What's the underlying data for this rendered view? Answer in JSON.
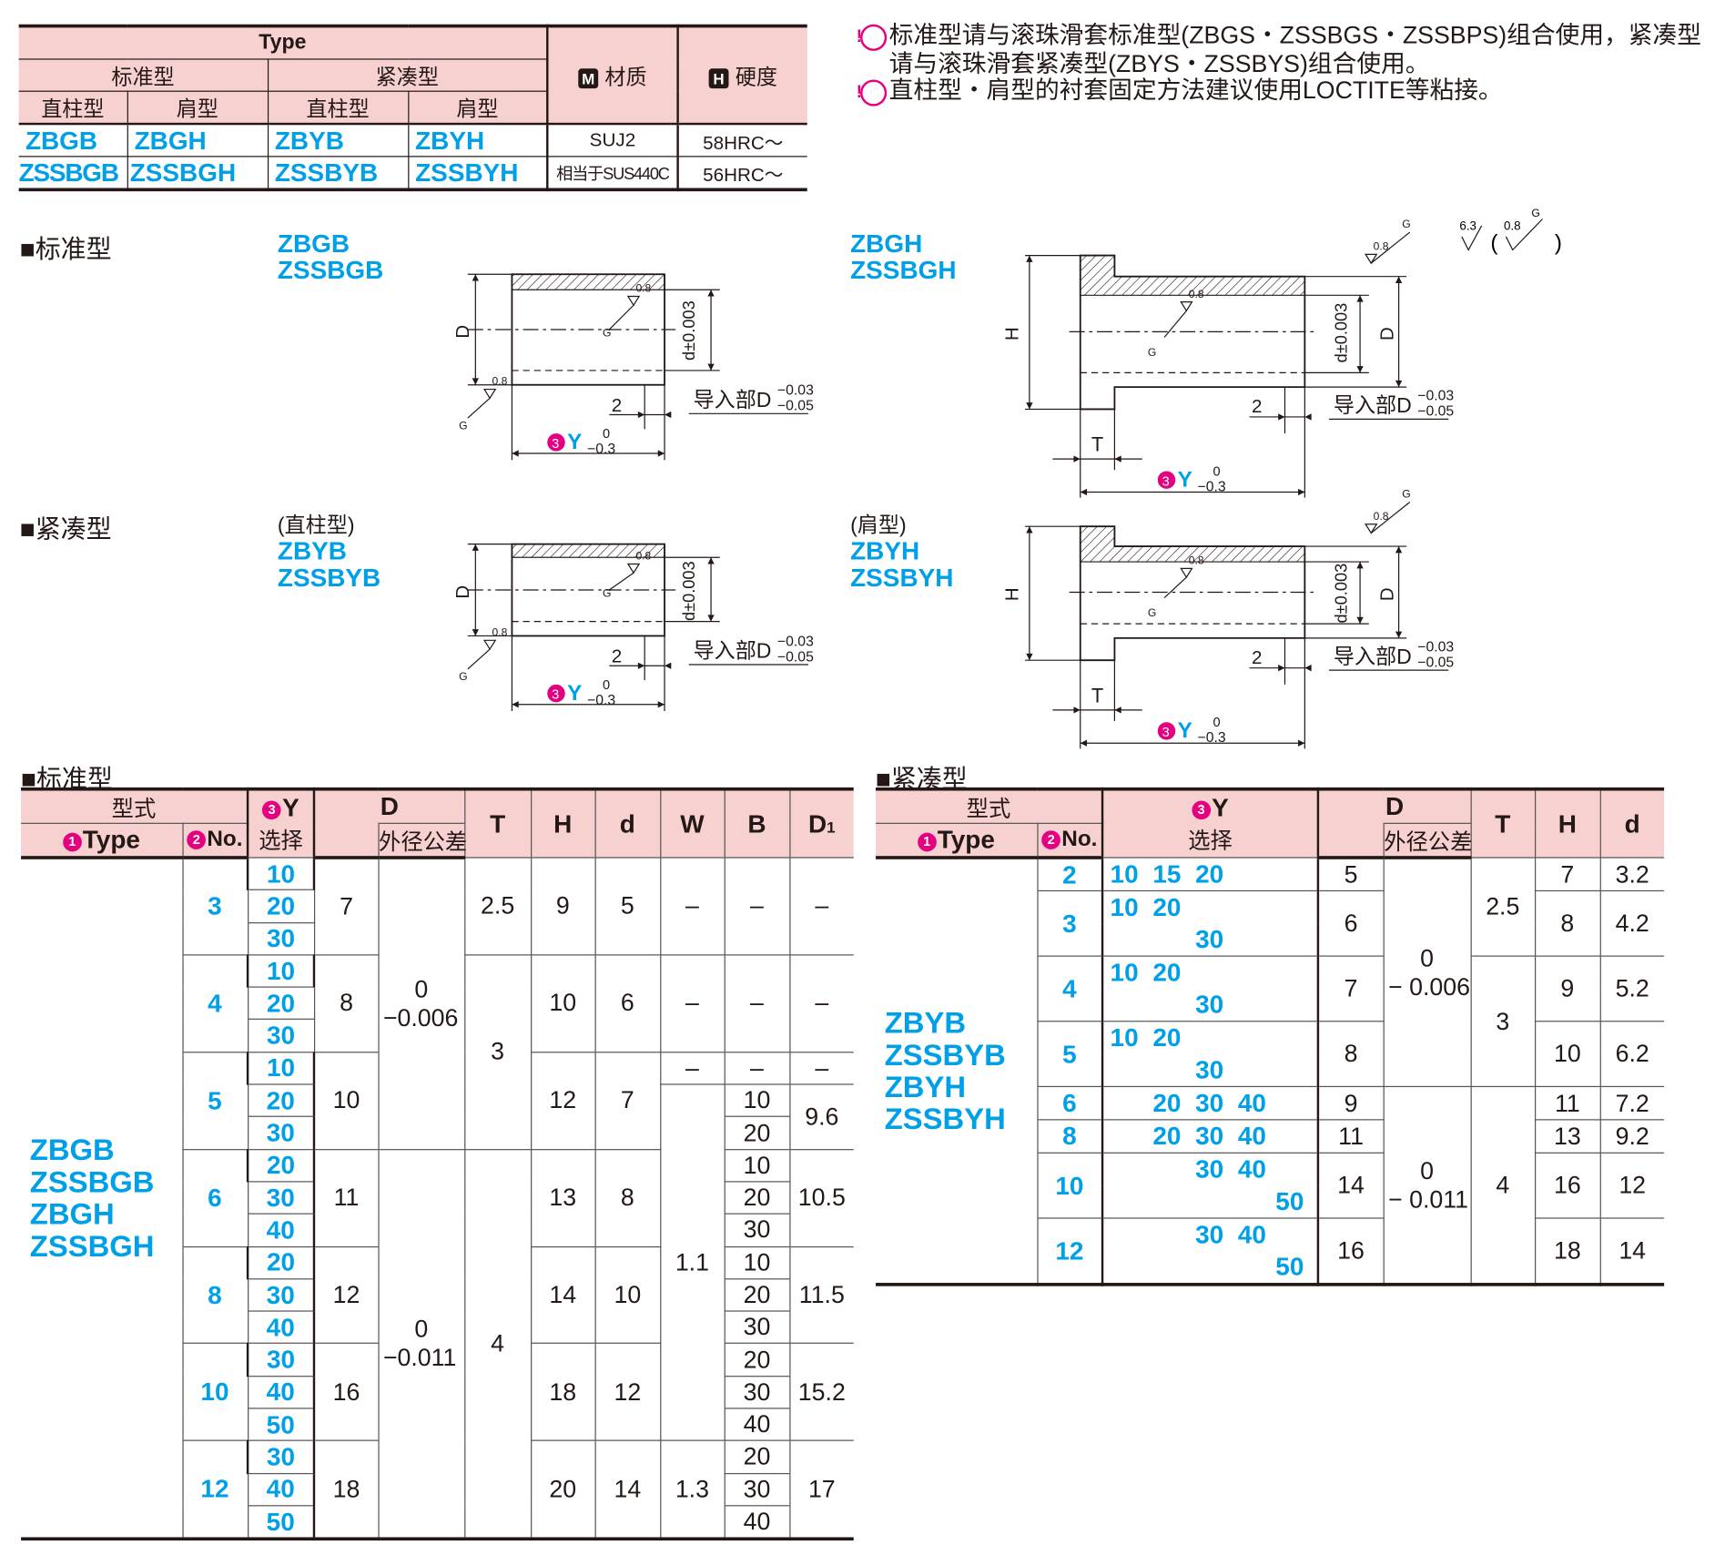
{
  "colors": {
    "accent_blue": "#00a0e9",
    "accent_magenta": "#e4007f",
    "header_pink": "#f7d0d0"
  },
  "top_table": {
    "type_label": "Type",
    "standard": "标准型",
    "compact": "紧凑型",
    "straight": "直柱型",
    "shoulder": "肩型",
    "material_icon": "M",
    "material_label": "材质",
    "hardness_icon": "H",
    "hardness_label": "硬度",
    "rows": [
      {
        "std_straight": "ZBGB",
        "std_shoulder": "ZBGH",
        "cmp_straight": "ZBYB",
        "cmp_shoulder": "ZBYH",
        "material": "SUJ2",
        "hardness": "58HRC～"
      },
      {
        "std_straight": "ZSSBGB",
        "std_shoulder": "ZSSBGH",
        "cmp_straight": "ZSSBYB",
        "cmp_shoulder": "ZSSBYH",
        "material": "相当于SUS440C",
        "hardness": "56HRC～"
      }
    ]
  },
  "notes": [
    {
      "icon": "!",
      "text": "标准型请与滚珠滑套标准型(ZBGS・ZSSBGS・ZSSBPS)组合使用，紧凑型请与滚珠滑套紧凑型(ZBYS・ZSSBYS)组合使用。"
    },
    {
      "icon": "!",
      "text": "直柱型・肩型的衬套固定方法建议使用LOCTITE等粘接。"
    }
  ],
  "drawings": {
    "standard_heading": "■标准型",
    "compact_heading": "■紧凑型",
    "straight_sub": "(直柱型)",
    "shoulder_sub": "(肩型)",
    "std_straight_models": [
      "ZBGB",
      "ZSSBGB"
    ],
    "std_shoulder_models": [
      "ZBGH",
      "ZSSBGH"
    ],
    "cmp_straight_models": [
      "ZBYB",
      "ZSSBYB"
    ],
    "cmp_shoulder_models": [
      "ZBYH",
      "ZSSBYH"
    ],
    "labels": {
      "D": "D",
      "d": "d±0.003",
      "H": "H",
      "T": "T",
      "two": "2",
      "lead": "导入部D",
      "lead_upper": "−0.03",
      "lead_lower": "−0.05",
      "Y": "Y",
      "y_upper": "0",
      "y_lower": "−0.3",
      "circ3": "3",
      "ra": "0.8",
      "g": "G"
    },
    "finish": {
      "rough": "6.3",
      "fine": "0.8",
      "g": "G",
      "open": "(",
      "close": ")"
    }
  },
  "left_table": {
    "heading": "■标准型",
    "headers": {
      "model": "型式",
      "type": "Type",
      "type_num": "1",
      "no": "No.",
      "no_num": "2",
      "y": "Y",
      "y_num": "3",
      "y_sel": "选择",
      "D": "D",
      "tol": "外径公差",
      "T": "T",
      "H": "H",
      "d": "d",
      "W": "W",
      "B": "B",
      "D1": "D",
      "D1_sub": "1"
    },
    "rows": [
      [
        {
          "v": [
            "ZBGB",
            "ZSSBGB",
            "ZBGH",
            "ZSSBGH"
          ],
          "rs": 21,
          "c": "type"
        },
        {
          "v": "3",
          "rs": 3,
          "c": "blue"
        },
        {
          "v": "10",
          "c": "y"
        },
        {
          "v": "7",
          "rs": 3
        },
        {
          "v": [
            "0",
            "−0.006"
          ],
          "rs": 9
        },
        {
          "v": "2.5",
          "rs": 3
        },
        {
          "v": "9",
          "rs": 3
        },
        {
          "v": "5",
          "rs": 3
        },
        {
          "v": "–",
          "rs": 3
        },
        {
          "v": "–",
          "rs": 3
        },
        {
          "v": "–",
          "rs": 3
        }
      ],
      [
        {
          "v": "20",
          "c": "y"
        }
      ],
      [
        {
          "v": "30",
          "c": "y"
        }
      ],
      [
        {
          "v": "4",
          "rs": 3,
          "c": "blue"
        },
        {
          "v": "10",
          "c": "y"
        },
        {
          "v": "8",
          "rs": 3
        },
        {
          "v": "3",
          "rs": 6
        },
        {
          "v": "10",
          "rs": 3
        },
        {
          "v": "6",
          "rs": 3
        },
        {
          "v": "–",
          "rs": 3
        },
        {
          "v": "–",
          "rs": 3
        },
        {
          "v": "–",
          "rs": 3
        }
      ],
      [
        {
          "v": "20",
          "c": "y"
        }
      ],
      [
        {
          "v": "30",
          "c": "y"
        }
      ],
      [
        {
          "v": "5",
          "rs": 3,
          "c": "blue"
        },
        {
          "v": "10",
          "c": "y"
        },
        {
          "v": "10",
          "rs": 3
        },
        {
          "v": "12",
          "rs": 3
        },
        {
          "v": "7",
          "rs": 3
        },
        {
          "v": "–"
        },
        {
          "v": "–"
        },
        {
          "v": "–"
        }
      ],
      [
        {
          "v": "20",
          "c": "y"
        },
        {
          "v": "1.1",
          "rs": 11
        },
        {
          "v": "10"
        },
        {
          "v": "9.6",
          "rs": 2
        }
      ],
      [
        {
          "v": "30",
          "c": "y"
        },
        {
          "v": "20"
        }
      ],
      [
        {
          "v": "6",
          "rs": 3,
          "c": "blue"
        },
        {
          "v": "20",
          "c": "y"
        },
        {
          "v": "11",
          "rs": 3
        },
        {
          "v": [
            "0",
            "−0.011"
          ],
          "rs": 12
        },
        {
          "v": "4",
          "rs": 12
        },
        {
          "v": "13",
          "rs": 3
        },
        {
          "v": "8",
          "rs": 3
        },
        {
          "v": "10"
        },
        {
          "v": "10.5",
          "rs": 3
        }
      ],
      [
        {
          "v": "30",
          "c": "y"
        },
        {
          "v": "20"
        }
      ],
      [
        {
          "v": "40",
          "c": "y"
        },
        {
          "v": "30"
        }
      ],
      [
        {
          "v": "8",
          "rs": 3,
          "c": "blue"
        },
        {
          "v": "20",
          "c": "y"
        },
        {
          "v": "12",
          "rs": 3
        },
        {
          "v": "14",
          "rs": 3
        },
        {
          "v": "10",
          "rs": 3
        },
        {
          "v": "10"
        },
        {
          "v": "11.5",
          "rs": 3
        }
      ],
      [
        {
          "v": "30",
          "c": "y"
        },
        {
          "v": "20"
        }
      ],
      [
        {
          "v": "40",
          "c": "y"
        },
        {
          "v": "30"
        }
      ],
      [
        {
          "v": "10",
          "rs": 3,
          "c": "blue"
        },
        {
          "v": "30",
          "c": "y"
        },
        {
          "v": "16",
          "rs": 3
        },
        {
          "v": "18",
          "rs": 3
        },
        {
          "v": "12",
          "rs": 3
        },
        {
          "v": "20"
        },
        {
          "v": "15.2",
          "rs": 3
        }
      ],
      [
        {
          "v": "40",
          "c": "y"
        },
        {
          "v": "30"
        }
      ],
      [
        {
          "v": "50",
          "c": "y"
        },
        {
          "v": "40"
        }
      ],
      [
        {
          "v": "12",
          "rs": 3,
          "c": "blue"
        },
        {
          "v": "30",
          "c": "y"
        },
        {
          "v": "18",
          "rs": 3
        },
        {
          "v": "20",
          "rs": 3
        },
        {
          "v": "14",
          "rs": 3
        },
        {
          "v": "1.3",
          "rs": 3
        },
        {
          "v": "20"
        },
        {
          "v": "17",
          "rs": 3
        }
      ],
      [
        {
          "v": "40",
          "c": "y"
        },
        {
          "v": "30"
        }
      ],
      [
        {
          "v": "50",
          "c": "y"
        },
        {
          "v": "40"
        }
      ]
    ]
  },
  "right_table": {
    "heading": "■紧凑型",
    "headers": {
      "model": "型式",
      "type": "Type",
      "type_num": "1",
      "no": "No.",
      "no_num": "2",
      "y": "Y",
      "y_num": "3",
      "y_sel": "选择",
      "D": "D",
      "tol": "外径公差",
      "T": "T",
      "H": "H",
      "d": "d"
    },
    "rows": [
      [
        {
          "v": [
            "ZBYB",
            "ZSSBYB",
            "ZBYH",
            "ZSSBYH"
          ],
          "rs": 13,
          "c": "type"
        },
        {
          "v": "2",
          "c": "blue"
        },
        {
          "y": [
            [
              "10",
              "15",
              "20"
            ]
          ]
        },
        {
          "v": "5"
        },
        {
          "v": [
            "0",
            "− 0.006"
          ],
          "rs": 7
        },
        {
          "v": "2.5",
          "rs": 3
        },
        {
          "v": "7"
        },
        {
          "v": "3.2"
        }
      ],
      [
        {
          "v": "3",
          "rs": 2,
          "c": "blue"
        },
        {
          "y": [
            [
              "10",
              "20"
            ],
            [
              "",
              "",
              "30"
            ]
          ],
          "rs": 2
        },
        {
          "v": "6",
          "rs": 2
        },
        {
          "v": "8",
          "rs": 2
        },
        {
          "v": "4.2",
          "rs": 2
        }
      ],
      [],
      [
        {
          "v": "4",
          "rs": 2,
          "c": "blue"
        },
        {
          "y": [
            [
              "10",
              "20"
            ],
            [
              "",
              "",
              "30"
            ]
          ],
          "rs": 2
        },
        {
          "v": "7",
          "rs": 2
        },
        {
          "v": "3",
          "rs": 4
        },
        {
          "v": "9",
          "rs": 2
        },
        {
          "v": "5.2",
          "rs": 2
        }
      ],
      [],
      [
        {
          "v": "5",
          "rs": 2,
          "c": "blue"
        },
        {
          "y": [
            [
              "10",
              "20"
            ],
            [
              "",
              "",
              "30"
            ]
          ],
          "rs": 2
        },
        {
          "v": "8",
          "rs": 2
        },
        {
          "v": "10",
          "rs": 2
        },
        {
          "v": "6.2",
          "rs": 2
        }
      ],
      [],
      [
        {
          "v": "6",
          "c": "blue"
        },
        {
          "y": [
            [
              "",
              "20",
              "30",
              "40"
            ]
          ]
        },
        {
          "v": "9"
        },
        {
          "v": [
            "0",
            "− 0.011"
          ],
          "rs": 6
        },
        {
          "v": "4",
          "rs": 6
        },
        {
          "v": "11"
        },
        {
          "v": "7.2"
        }
      ],
      [
        {
          "v": "8",
          "c": "blue"
        },
        {
          "y": [
            [
              "",
              "20",
              "30",
              "40"
            ]
          ]
        },
        {
          "v": "11"
        },
        {
          "v": "13"
        },
        {
          "v": "9.2"
        }
      ],
      [
        {
          "v": "10",
          "rs": 2,
          "c": "blue"
        },
        {
          "y": [
            [
              "",
              "",
              "30",
              "40"
            ],
            [
              "",
              "",
              "",
              "",
              "50"
            ]
          ],
          "rs": 2
        },
        {
          "v": "14",
          "rs": 2
        },
        {
          "v": "16",
          "rs": 2
        },
        {
          "v": "12",
          "rs": 2
        }
      ],
      [],
      [
        {
          "v": "12",
          "rs": 2,
          "c": "blue"
        },
        {
          "y": [
            [
              "",
              "",
              "30",
              "40"
            ],
            [
              "",
              "",
              "",
              "",
              "50"
            ]
          ],
          "rs": 2
        },
        {
          "v": "16",
          "rs": 2
        },
        {
          "v": "18",
          "rs": 2
        },
        {
          "v": "14",
          "rs": 2
        }
      ],
      []
    ]
  }
}
